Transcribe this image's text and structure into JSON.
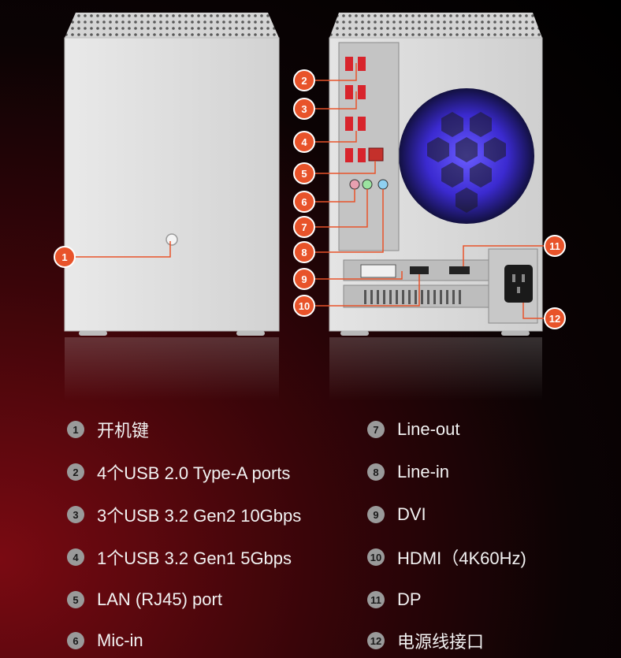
{
  "callouts": [
    "1",
    "2",
    "3",
    "4",
    "5",
    "6",
    "7",
    "8",
    "9",
    "10",
    "11",
    "12"
  ],
  "legend": {
    "left": [
      {
        "num": "1",
        "text": "开机键"
      },
      {
        "num": "2",
        "text": "4个USB 2.0 Type-A ports"
      },
      {
        "num": "3",
        "text": "3个USB 3.2 Gen2 10Gbps"
      },
      {
        "num": "4",
        "text": "1个USB 3.2 Gen1 5Gbps"
      },
      {
        "num": "5",
        "text": "LAN (RJ45) port"
      },
      {
        "num": "6",
        "text": "Mic-in"
      }
    ],
    "right": [
      {
        "num": "7",
        "text": "Line-out"
      },
      {
        "num": "8",
        "text": "Line-in"
      },
      {
        "num": "9",
        "text": "DVI"
      },
      {
        "num": "10",
        "text": "HDMI（4K60Hz)"
      },
      {
        "num": "11",
        "text": "DP"
      },
      {
        "num": "12",
        "text": "电源线接口"
      }
    ]
  },
  "colors": {
    "callout": "#e8532a",
    "usb_red": "#d8242c",
    "fan_glow": "#5a4bff",
    "case": "#dcdcdc"
  }
}
